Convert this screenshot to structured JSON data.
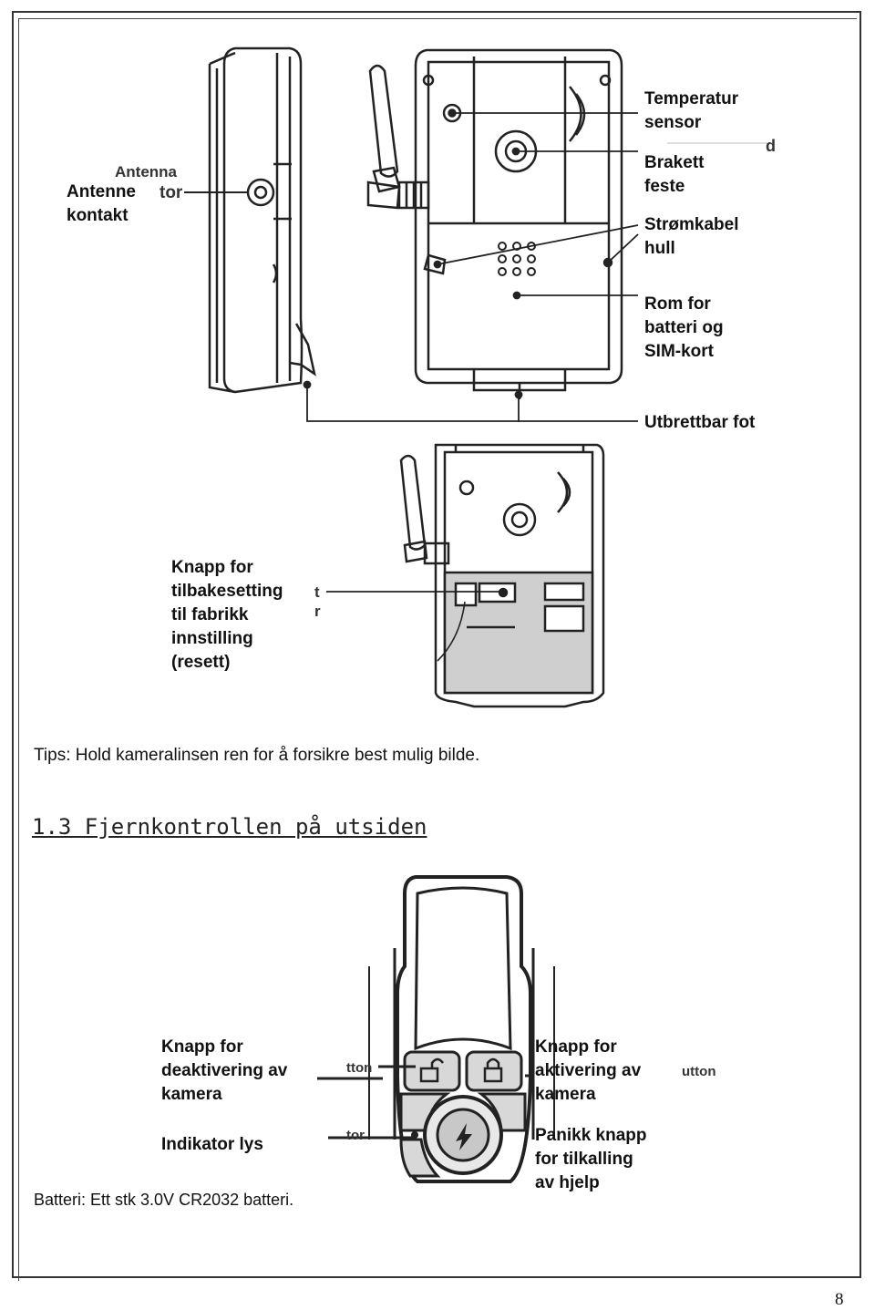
{
  "labels": {
    "antenne_kontakt": "Antenne\nkontakt",
    "temperatur_sensor": "Temperatur\nsensor",
    "brakett_feste": "Brakett\nfeste",
    "stromkabel_hull": "Strømkabel\nhull",
    "rom_batteri": "Rom for\nbatteri og\nSIM-kort",
    "utbrettbar_fot": "Utbrettbar fot",
    "reset_knapp": "Knapp for\ntilbakesetting\ntil fabrikk\ninnstilling\n(resett)",
    "deaktivering": "Knapp for\ndeaktivering av\nkamera",
    "aktivering": "Knapp for\naktivering av\nkamera",
    "indikator": "Indikator lys",
    "panikk": "Panikk knapp\nfor tilkalling\nav hjelp"
  },
  "residue": {
    "antenna_ghost_1": "Antenna",
    "antenna_ghost_2": "tor",
    "button_ghost_left": "tton",
    "button_ghost_right": "utton",
    "indicator_ghost": "tor"
  },
  "tips": "Tips: Hold kameralinsen ren for å forsikre best mulig bilde.",
  "section_heading": "1.3 Fjernkontrollen på utsiden",
  "battery_note": "Batteri: Ett stk 3.0V CR2032 batteri.",
  "page_number": "8"
}
